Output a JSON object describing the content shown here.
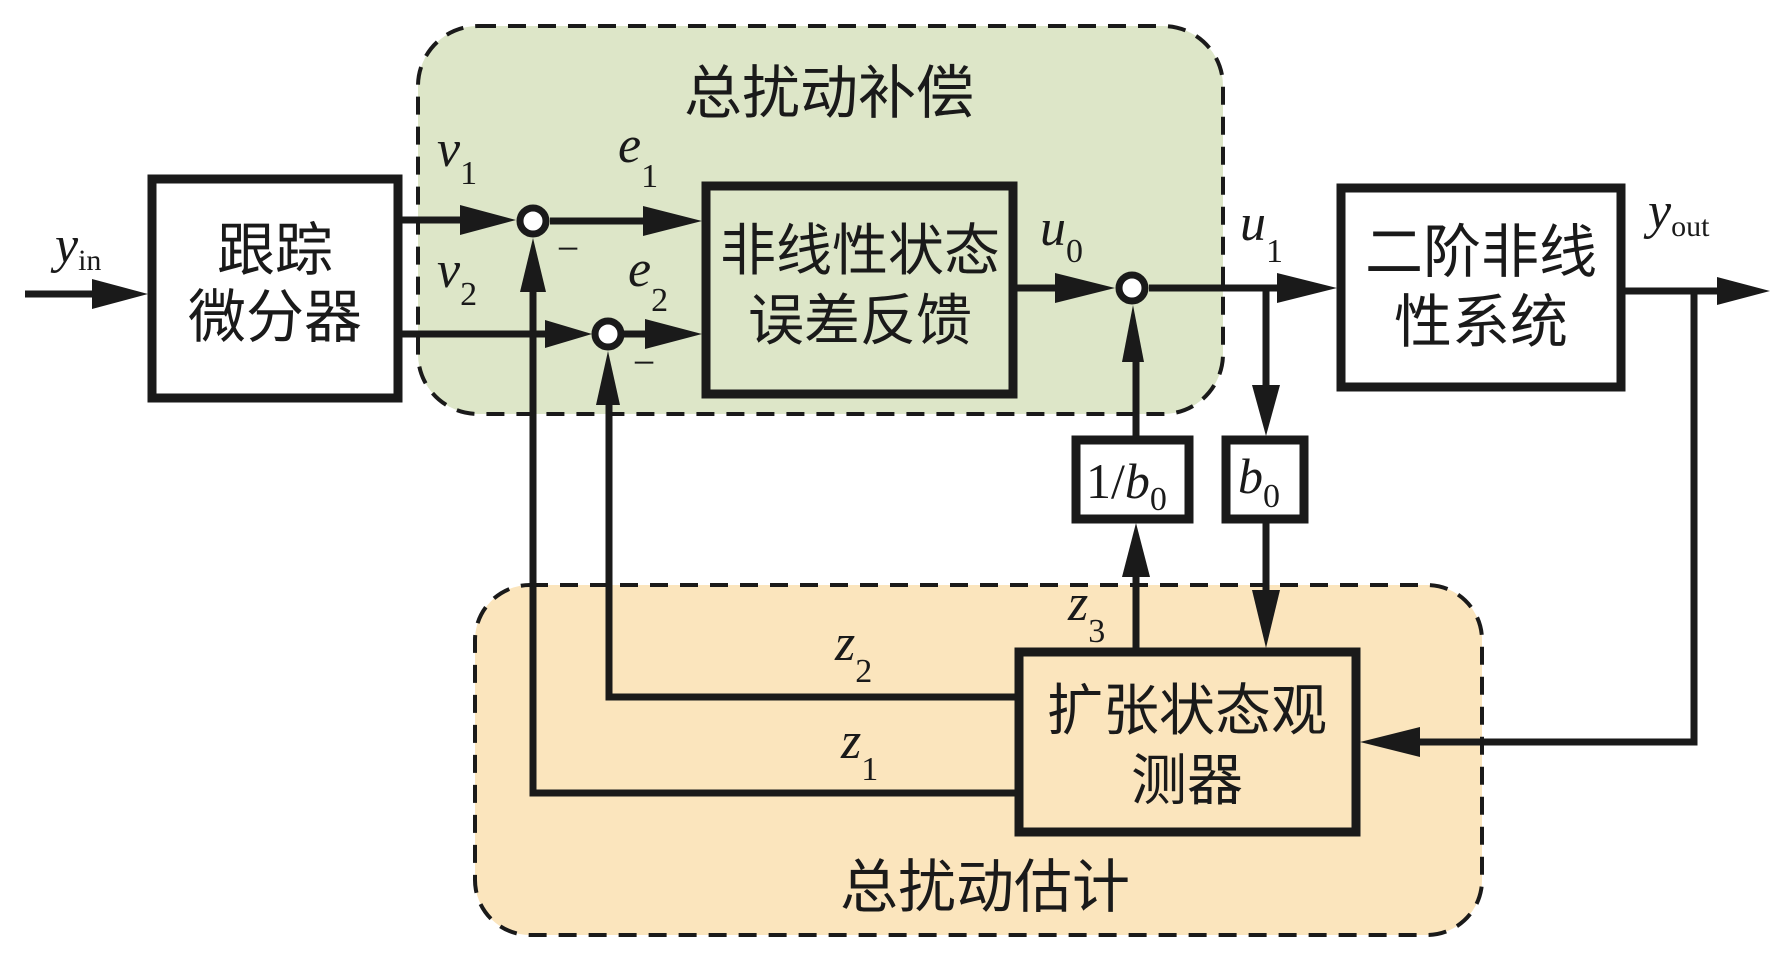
{
  "colors": {
    "compensation_region": "#dde6c8",
    "estimation_region": "#fbe5bd",
    "line": "#1a1a1a",
    "block_fill": "#ffffff"
  },
  "regions": {
    "compensation": {
      "label": "总扰动补偿"
    },
    "estimation": {
      "label": "总扰动估计"
    }
  },
  "blocks": {
    "td": {
      "line1": "跟踪",
      "line2": "微分器"
    },
    "nlsef": {
      "line1": "非线性状态",
      "line2": "误差反馈"
    },
    "plant": {
      "line1": "二阶非线",
      "line2": "性系统"
    },
    "eso": {
      "line1": "扩张状态观",
      "line2": "测器"
    },
    "inv_gain": {
      "prefix": "1/",
      "var": "b",
      "sub": "0"
    },
    "gain": {
      "var": "b",
      "sub": "0"
    }
  },
  "signals": {
    "y_in": {
      "var": "y",
      "sub": "in"
    },
    "y_out": {
      "var": "y",
      "sub": "out"
    },
    "v1": {
      "var": "v",
      "sub": "1"
    },
    "v2": {
      "var": "v",
      "sub": "2"
    },
    "e1": {
      "var": "e",
      "sub": "1"
    },
    "e2": {
      "var": "e",
      "sub": "2"
    },
    "u0": {
      "var": "u",
      "sub": "0"
    },
    "u1": {
      "var": "u",
      "sub": "1"
    },
    "z1": {
      "var": "z",
      "sub": "1"
    },
    "z2": {
      "var": "z",
      "sub": "2"
    },
    "z3": {
      "var": "z",
      "sub": "3"
    }
  },
  "junctions": {
    "sum1_sign": "−",
    "sum2_sign": "−"
  }
}
